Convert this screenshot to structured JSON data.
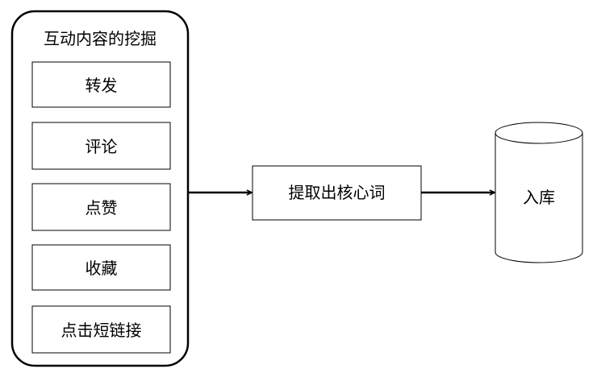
{
  "diagram": {
    "group": {
      "title": "互动内容的挖掘",
      "items": [
        "转发",
        "评论",
        "点赞",
        "收藏",
        "点击短链接"
      ]
    },
    "process": {
      "label": "提取出核心词"
    },
    "store": {
      "label": "入库"
    }
  },
  "colors": {
    "stroke": "#000000",
    "fill": "#ffffff",
    "text": "#000000"
  }
}
